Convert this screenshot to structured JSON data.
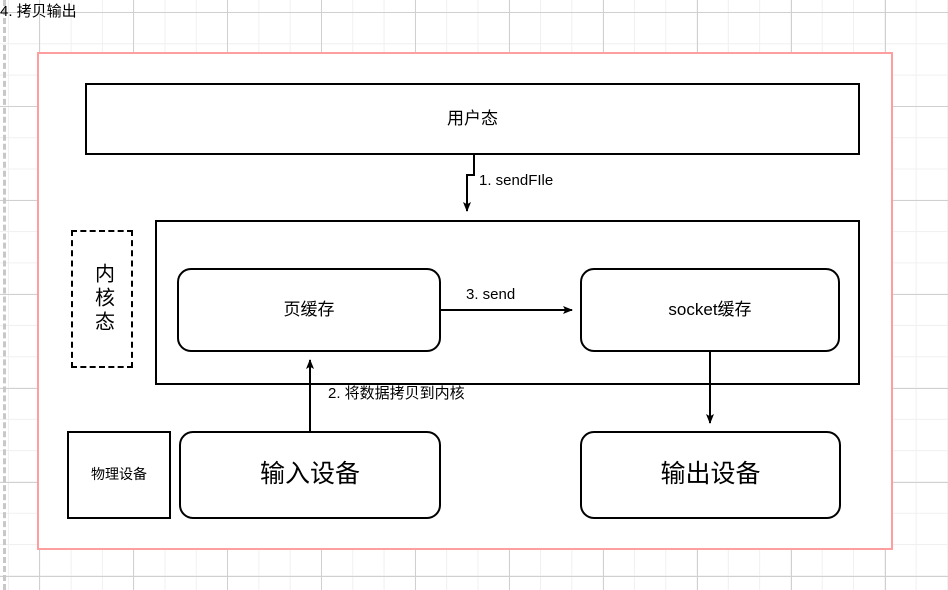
{
  "diagram": {
    "type": "flowchart",
    "title": "sendFile zero-copy data flow",
    "container": {
      "border_color": "#ff9e9e",
      "background": "#ffffff"
    },
    "grid": {
      "minor_color": "#f0f0f0",
      "major_color": "#d0d0d0",
      "ruler_color": "#c8c8c8"
    },
    "nodes": [
      {
        "id": "user-mode",
        "label": "用户态",
        "shape": "rect"
      },
      {
        "id": "kernel-label",
        "label": "内核态",
        "shape": "dashed-rect"
      },
      {
        "id": "kernel-outer",
        "label": "",
        "shape": "rect"
      },
      {
        "id": "page-cache",
        "label": "页缓存",
        "shape": "rounded-rect"
      },
      {
        "id": "socket-buffer",
        "label": "socket缓存",
        "shape": "rounded-rect"
      },
      {
        "id": "physical-device",
        "label": "物理设备",
        "shape": "rect"
      },
      {
        "id": "input-device",
        "label": "输入设备",
        "shape": "rounded-rect"
      },
      {
        "id": "output-device",
        "label": "输出设备",
        "shape": "rounded-rect"
      }
    ],
    "edges": [
      {
        "id": "e1",
        "label": "1. sendFIle",
        "from": "user-mode",
        "to": "kernel-outer",
        "direction": "down"
      },
      {
        "id": "e2",
        "label": "2. 将数据拷贝到内核",
        "from": "input-device",
        "to": "page-cache",
        "direction": "up"
      },
      {
        "id": "e3",
        "label": "3. send",
        "from": "page-cache",
        "to": "socket-buffer",
        "direction": "right"
      },
      {
        "id": "e4",
        "label": "4. 拷贝输出",
        "from": "socket-buffer",
        "to": "output-device",
        "direction": "down"
      }
    ]
  }
}
